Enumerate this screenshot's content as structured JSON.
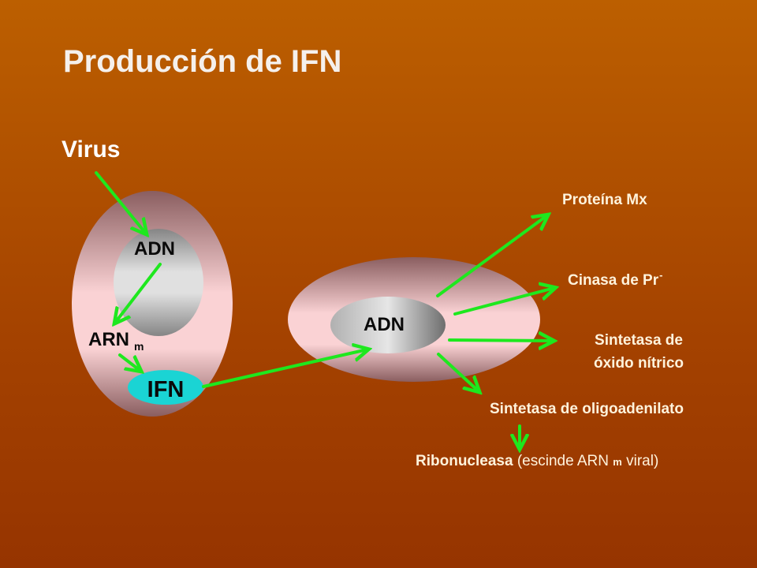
{
  "title": "Producción de IFN",
  "virus_label": "Virus",
  "cell1": {
    "nucleus_label": "ADN",
    "mrna_label": "ARN",
    "mrna_sub": "m",
    "ifn_label": "IFN"
  },
  "cell2": {
    "nucleus_label": "ADN"
  },
  "products": {
    "mx": "Proteína Mx",
    "cinasa": "Cinasa de Pr",
    "cinasa_sup": "-",
    "sintetasa_no_line1": "Sintetasa de",
    "sintetasa_no_line2": "óxido nítrico",
    "oligo": "Sintetasa de oligoadenilato",
    "ribo_bold": "Ribonucleasa",
    "ribo_rest_a": " (escinde ARN ",
    "ribo_sub": "m",
    "ribo_rest_b": " viral)"
  },
  "colors": {
    "arrow": "#1ee81e",
    "ifn_fill": "#1ad4d4"
  }
}
